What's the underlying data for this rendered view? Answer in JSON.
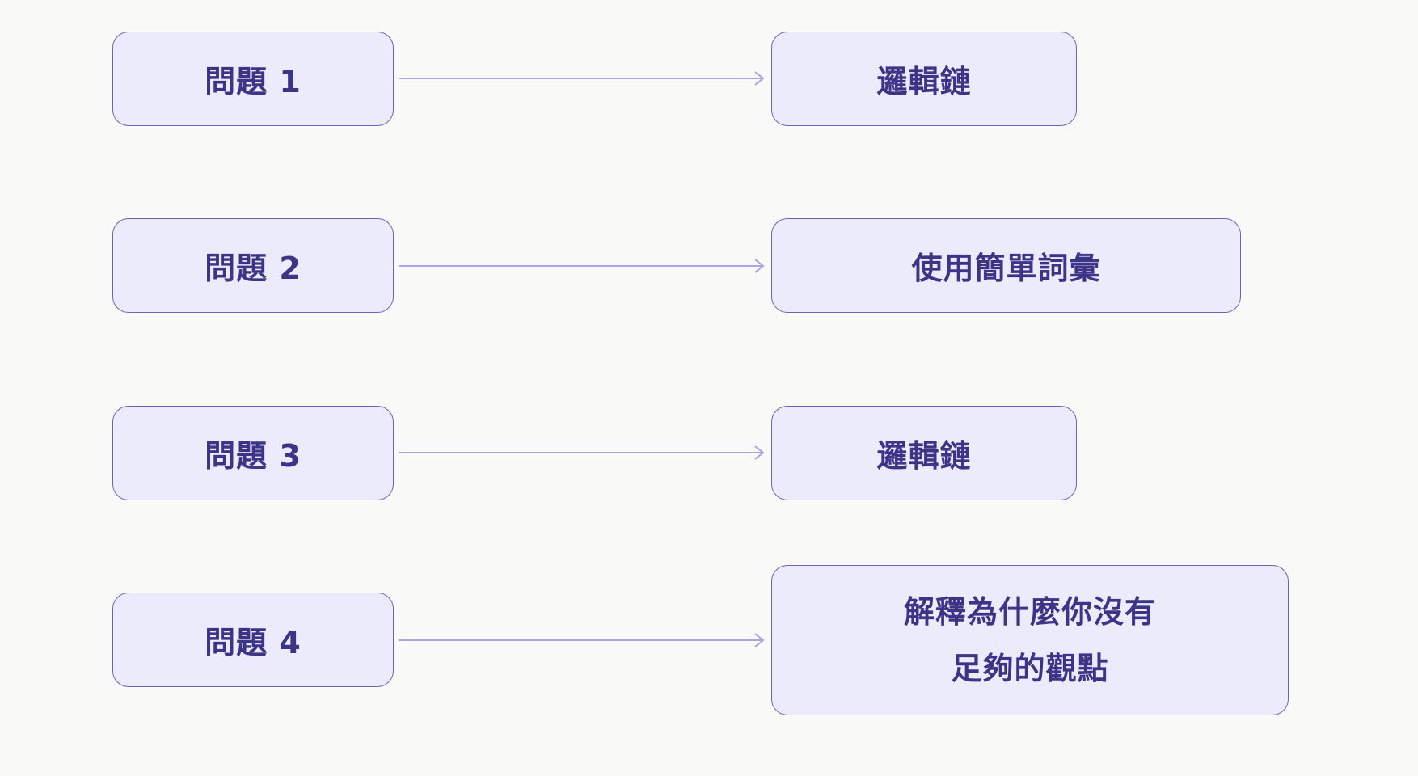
{
  "questions": [
    {
      "label": "問題 1"
    },
    {
      "label": "問題 2"
    },
    {
      "label": "問題 3"
    },
    {
      "label": "問題 4"
    }
  ],
  "answers": [
    {
      "lines": [
        "邏輯鏈"
      ]
    },
    {
      "lines": [
        "使用簡單詞彙"
      ]
    },
    {
      "lines": [
        "邏輯鏈"
      ]
    },
    {
      "lines": [
        "解釋為什麼你沒有",
        "足夠的觀點"
      ]
    }
  ],
  "colors": {
    "background": "#f9f9f8",
    "node_fill": "#ecebfb",
    "node_border": "#6a64c0",
    "node_text": "#3b3487",
    "arrow": "#a9a3e4"
  }
}
